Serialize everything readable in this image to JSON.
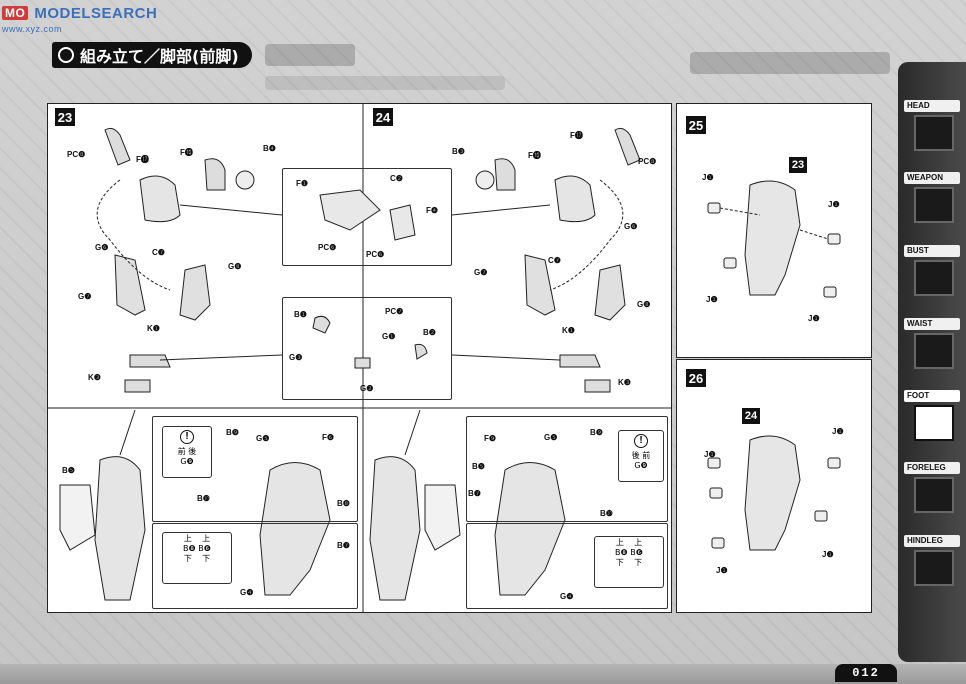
{
  "header": {
    "logo_text": "MODELSEARCH",
    "logo_badge": "MO",
    "site_text": "www.xyz.com"
  },
  "title": "組み立て／脚部(前脚)",
  "steps": {
    "s23": "23",
    "s24": "24",
    "s25": "25",
    "s26": "26",
    "ref25": "23",
    "ref26": "24"
  },
  "labels": {
    "pc0": "PC❽",
    "f17": "F⓱",
    "f16": "F⓰",
    "b4": "B❹",
    "b3": "B❸",
    "c2": "C❷",
    "f1": "F❶",
    "f4": "F❹",
    "pc6": "PC❻",
    "g6": "G❻",
    "g8": "G❽",
    "c7": "C❼",
    "g7": "G❼",
    "k1": "K❶",
    "k3": "K❸",
    "b1": "B❶",
    "pc7": "PC❼",
    "g1": "G❶",
    "b2": "B❷",
    "g3": "G❸",
    "g2": "G❷",
    "b5": "B❺",
    "b9": "B❾",
    "b10": "B❿",
    "f6": "F❻",
    "g5": "G❺",
    "b8": "B❽",
    "b7": "B❼",
    "g4": "G❹",
    "f9": "F❾",
    "j1": "J❶"
  },
  "notes": {
    "front": "前",
    "back": "後",
    "up": "上",
    "down": "下",
    "g9": "G❾",
    "b6": "B❻",
    "b8": "B❽"
  },
  "side_tabs": [
    {
      "label": "HEAD",
      "icon": "head-icon"
    },
    {
      "label": "WEAPON",
      "icon": "weapon-icon"
    },
    {
      "label": "BUST",
      "icon": "bust-icon"
    },
    {
      "label": "WAIST",
      "icon": "waist-icon"
    },
    {
      "label": "FOOT",
      "icon": "foot-icon",
      "active": true
    },
    {
      "label": "FORELEG",
      "icon": "foreleg-icon"
    },
    {
      "label": "HINDLEG",
      "icon": "hindleg-icon"
    }
  ],
  "page_number": "012"
}
